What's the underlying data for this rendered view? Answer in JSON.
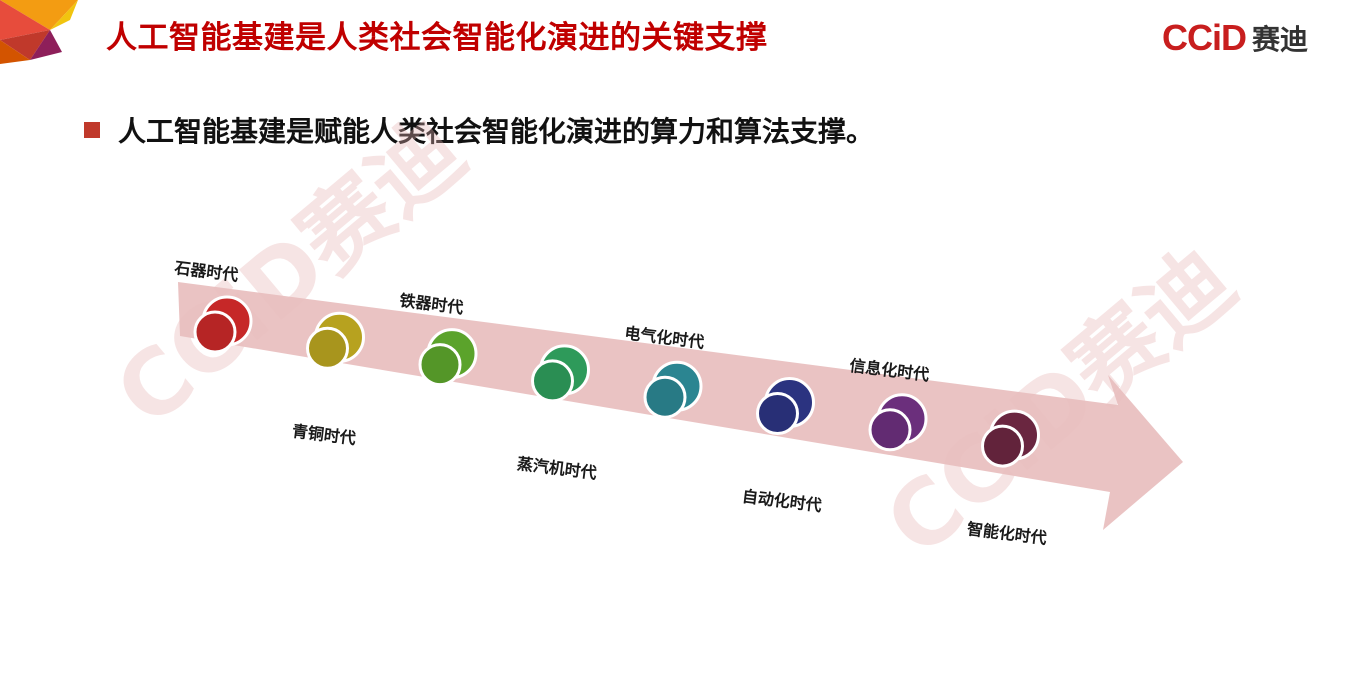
{
  "header": {
    "title": "人工智能基建是人类社会智能化演进的关键支撑",
    "logo_latin": "CCiD",
    "logo_cjk": "赛迪"
  },
  "bullet": {
    "text": "人工智能基建是赋能人类社会智能化演进的算力和算法支撑。"
  },
  "timeline": {
    "arrow_color": "#e8bcbc",
    "eras": [
      {
        "label": "石器时代",
        "color": "#c62828",
        "position": "top"
      },
      {
        "label": "青铜时代",
        "color": "#b7a21f",
        "position": "bottom"
      },
      {
        "label": "铁器时代",
        "color": "#5ba32b",
        "position": "top"
      },
      {
        "label": "蒸汽机时代",
        "color": "#2e9a5a",
        "position": "bottom"
      },
      {
        "label": "电气化时代",
        "color": "#2b8591",
        "position": "top"
      },
      {
        "label": "自动化时代",
        "color": "#2b3380",
        "position": "bottom"
      },
      {
        "label": "信息化时代",
        "color": "#6b2f7c",
        "position": "top"
      },
      {
        "label": "智能化时代",
        "color": "#6a2640",
        "position": "bottom"
      }
    ]
  },
  "watermark": {
    "text": "CCiD赛迪"
  }
}
